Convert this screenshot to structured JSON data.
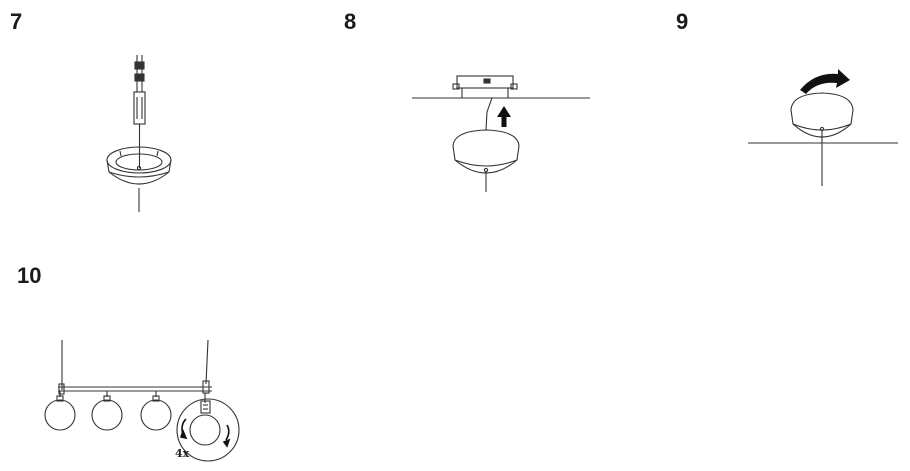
{
  "steps": [
    {
      "number": "7"
    },
    {
      "number": "8"
    },
    {
      "number": "9"
    },
    {
      "number": "10",
      "quantity_label": "4x"
    }
  ],
  "colors": {
    "line": "#333333",
    "arrow": "#111111",
    "background": "#ffffff"
  },
  "icons": {
    "up_arrow": "up-arrow-icon",
    "rotate_arrow": "rotate-arrow-icon",
    "twist_arrows": "twist-arrows-icon"
  }
}
